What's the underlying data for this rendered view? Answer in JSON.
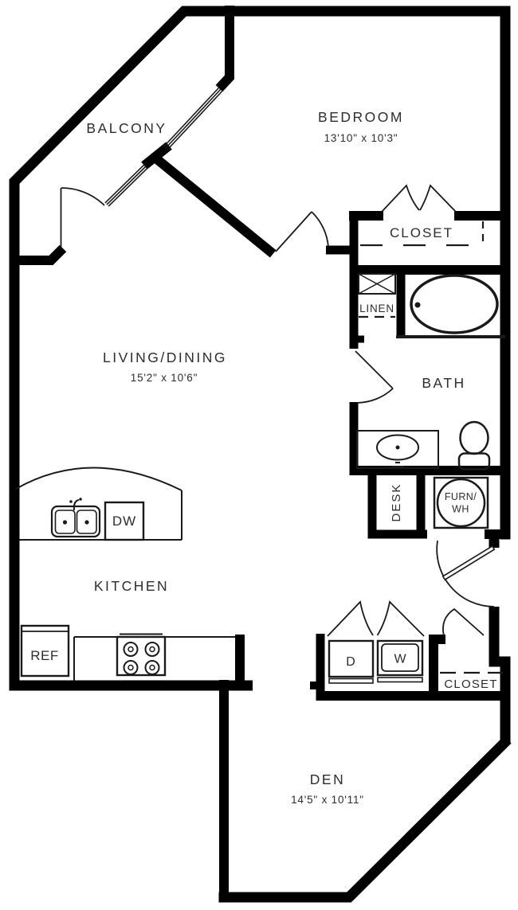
{
  "floorplan": {
    "background": "#ffffff",
    "wall_color": "#000000",
    "text_color": "#2d2d2d",
    "rooms": {
      "balcony": {
        "label": "BALCONY"
      },
      "bedroom": {
        "label": "BEDROOM",
        "dims": "13'10\" x 10'3\""
      },
      "bedroom_closet": {
        "label": "CLOSET"
      },
      "linen": {
        "label": "LINEN"
      },
      "living_dining": {
        "label": "LIVING/DINING",
        "dims": "15'2\" x 10'6\""
      },
      "bath": {
        "label": "BATH"
      },
      "desk_nook": {
        "label": "DESK"
      },
      "furnace_closet": {
        "line1": "FURN/",
        "line2": "WH"
      },
      "kitchen": {
        "label": "KITCHEN"
      },
      "entry_closet": {
        "label": "CLOSET"
      },
      "den": {
        "label": "DEN",
        "dims": "14'5\" x 10'11\""
      }
    },
    "appliances": {
      "dishwasher": "DW",
      "refrigerator": "REF",
      "dryer": "D",
      "washer": "W"
    }
  }
}
